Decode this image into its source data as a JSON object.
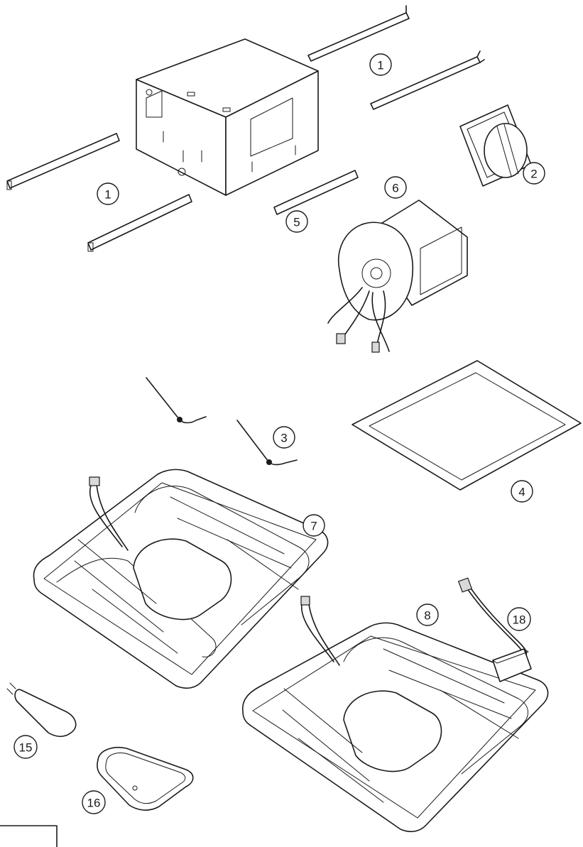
{
  "callouts": {
    "bracket_top_right": "1",
    "bracket_left": "1",
    "damper": "2",
    "springs": "3",
    "grille_frame": "4",
    "bracket_short": "5",
    "blower": "6",
    "grille_light_a": "7",
    "grille_light_b": "8",
    "night_light": "18",
    "bulb": "15",
    "lens": "16"
  }
}
